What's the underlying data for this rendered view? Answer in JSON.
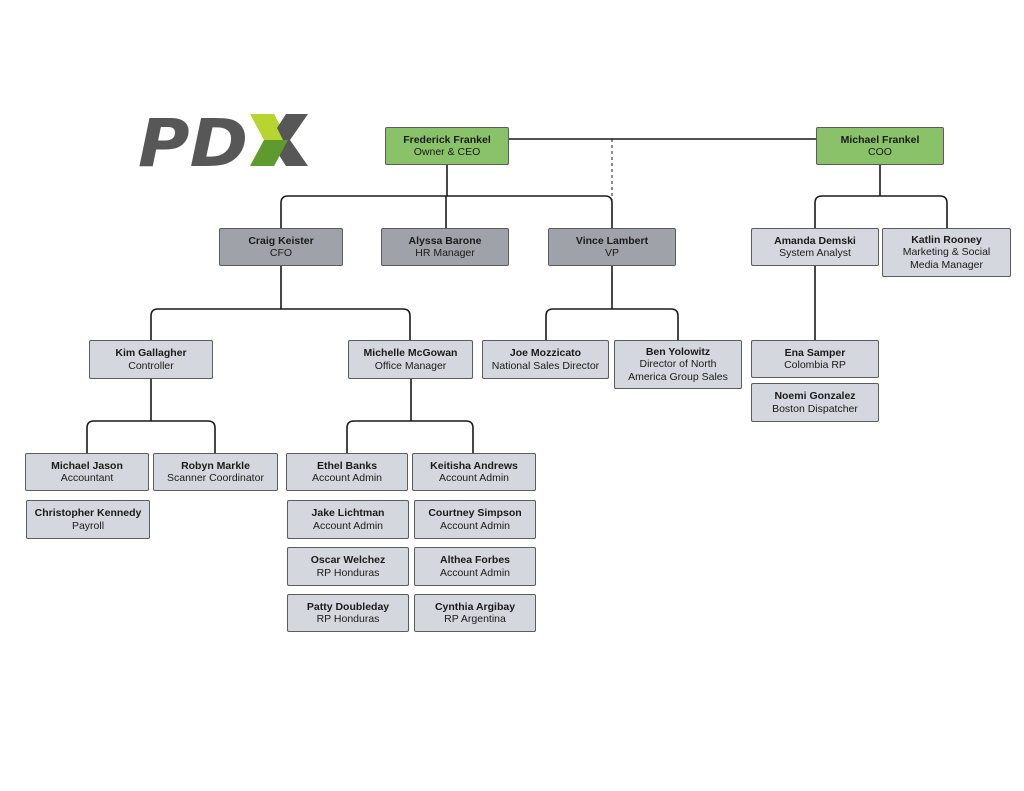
{
  "logo": {
    "text": "PDX",
    "colors": {
      "letters": "#575757",
      "accent_light": "#b7d431",
      "accent_dark": "#5f9a2e"
    }
  },
  "colors": {
    "owner": "#8ac26a",
    "executive": "#9fa2a9",
    "staff": "#d4d7dd",
    "line": "#1a1a1a"
  },
  "nodes": {
    "frederick": {
      "name": "Frederick Frankel",
      "title": "Owner & CEO"
    },
    "michael_f": {
      "name": "Michael Frankel",
      "title": "COO"
    },
    "craig": {
      "name": "Craig Keister",
      "title": "CFO"
    },
    "alyssa": {
      "name": "Alyssa Barone",
      "title": "HR Manager"
    },
    "vince": {
      "name": "Vince Lambert",
      "title": "VP"
    },
    "amanda": {
      "name": "Amanda Demski",
      "title": "System Analyst"
    },
    "katlin": {
      "name": "Katlin Rooney",
      "title": "Marketing & Social Media Manager"
    },
    "kim": {
      "name": "Kim Gallagher",
      "title": "Controller"
    },
    "michelle": {
      "name": "Michelle McGowan",
      "title": "Office Manager"
    },
    "joe": {
      "name": "Joe Mozzicato",
      "title": "National Sales Director"
    },
    "ben": {
      "name": "Ben Yolowitz",
      "title": "Director of North America Group Sales"
    },
    "ena": {
      "name": "Ena Samper",
      "title": "Colombia RP"
    },
    "noemi": {
      "name": "Noemi Gonzalez",
      "title": "Boston Dispatcher"
    },
    "michael_j": {
      "name": "Michael Jason",
      "title": "Accountant"
    },
    "robyn": {
      "name": "Robyn Markle",
      "title": "Scanner Coordinator"
    },
    "christopher": {
      "name": "Christopher Kennedy",
      "title": "Payroll"
    },
    "ethel": {
      "name": "Ethel Banks",
      "title": "Account Admin"
    },
    "keitisha": {
      "name": "Keitisha Andrews",
      "title": "Account Admin"
    },
    "jake": {
      "name": "Jake Lichtman",
      "title": "Account Admin"
    },
    "courtney": {
      "name": "Courtney Simpson",
      "title": "Account Admin"
    },
    "oscar": {
      "name": "Oscar Welchez",
      "title": "RP Honduras"
    },
    "althea": {
      "name": "Althea Forbes",
      "title": "Account Admin"
    },
    "patty": {
      "name": "Patty Doubleday",
      "title": "RP Honduras"
    },
    "cynthia": {
      "name": "Cynthia Argibay",
      "title": "RP Argentina"
    }
  }
}
